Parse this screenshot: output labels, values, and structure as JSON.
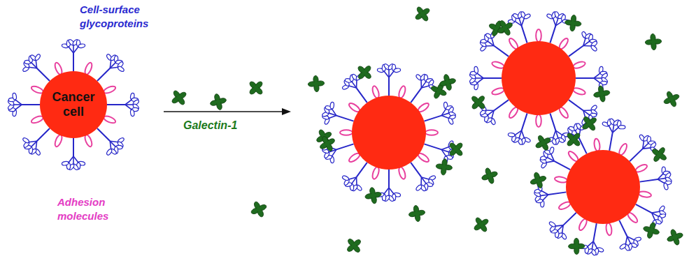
{
  "diagram": {
    "nodes": [
      {
        "text": [
          "Cancer cell"
        ]
      }
    ],
    "labels": [
      "Cell-surface glycoproteins",
      "Adhesion molecules",
      "Galectin-1"
    ]
  }
}
